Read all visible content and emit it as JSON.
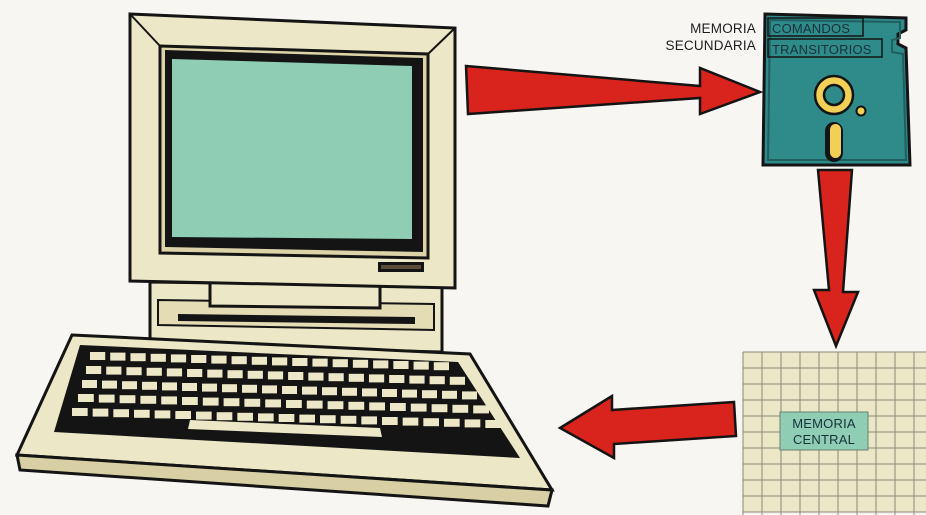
{
  "labels": {
    "secondary_memory": [
      "MEMORIA",
      "SECUNDARIA"
    ],
    "transient_commands": [
      "COMANDOS",
      "TRANSITORIOS"
    ],
    "central_memory": [
      "MEMORIA",
      "CENTRAL"
    ]
  },
  "colors": {
    "background": "#f7f6f3",
    "computer_body": "#ece7c6",
    "screen": "#8fcdb4",
    "disk": "#2f8a8a",
    "disk_hole": "#f2cf55",
    "arrow": "#d8241c",
    "memory_grid": "#ece7c6",
    "memory_label_bg": "#8fcdb4",
    "outline": "#141414"
  },
  "icons": {
    "computer": "computer-monitor-icon",
    "keyboard": "keyboard-icon",
    "floppy": "floppy-disk-icon",
    "memory": "memory-grid-icon"
  }
}
